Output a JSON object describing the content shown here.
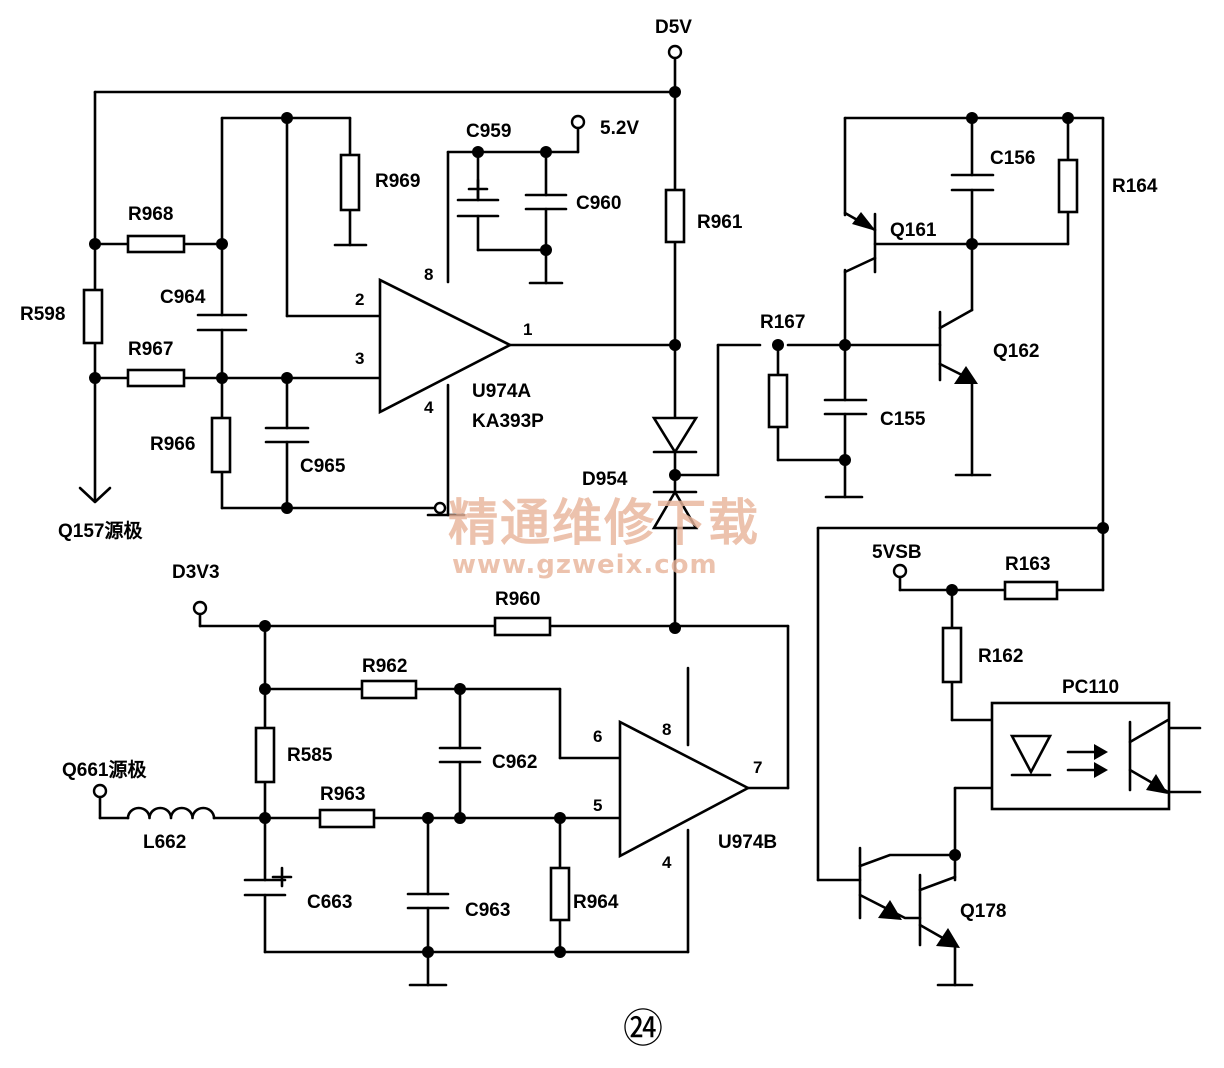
{
  "nets": {
    "d5v": "D5V",
    "v52": "5.2V",
    "d3v3": "D3V3",
    "v5vsb": "5VSB",
    "q157_source": "Q157源极",
    "q661_source": "Q661源极"
  },
  "resistors": {
    "r598": "R598",
    "r968": "R968",
    "r967": "R967",
    "r966": "R966",
    "r969": "R969",
    "r961": "R961",
    "r960": "R960",
    "r962": "R962",
    "r963": "R963",
    "r585": "R585",
    "r964": "R964",
    "r167": "R167",
    "r164": "R164",
    "r163": "R163",
    "r162": "R162"
  },
  "capacitors": {
    "c964": "C964",
    "c965": "C965",
    "c959": "C959",
    "c960": "C960",
    "c962": "C962",
    "c963": "C963",
    "c663": "C663",
    "c155": "C155",
    "c156": "C156"
  },
  "semis": {
    "d954": "D954",
    "q161": "Q161",
    "q162": "Q162",
    "q178": "Q178",
    "pc110": "PC110",
    "l662": "L662"
  },
  "opamps": {
    "u974a": "U974A",
    "u974a_part": "KA393P",
    "u974b": "U974B",
    "a_pins": {
      "p1": "1",
      "p2": "2",
      "p3": "3",
      "p4": "4",
      "p8": "8"
    },
    "b_pins": {
      "p5": "5",
      "p6": "6",
      "p7": "7",
      "p4": "4",
      "p8": "8"
    }
  },
  "watermark": {
    "title": "精通维修下载",
    "url": "www.gzweix.com"
  },
  "figure_number": "㉔"
}
